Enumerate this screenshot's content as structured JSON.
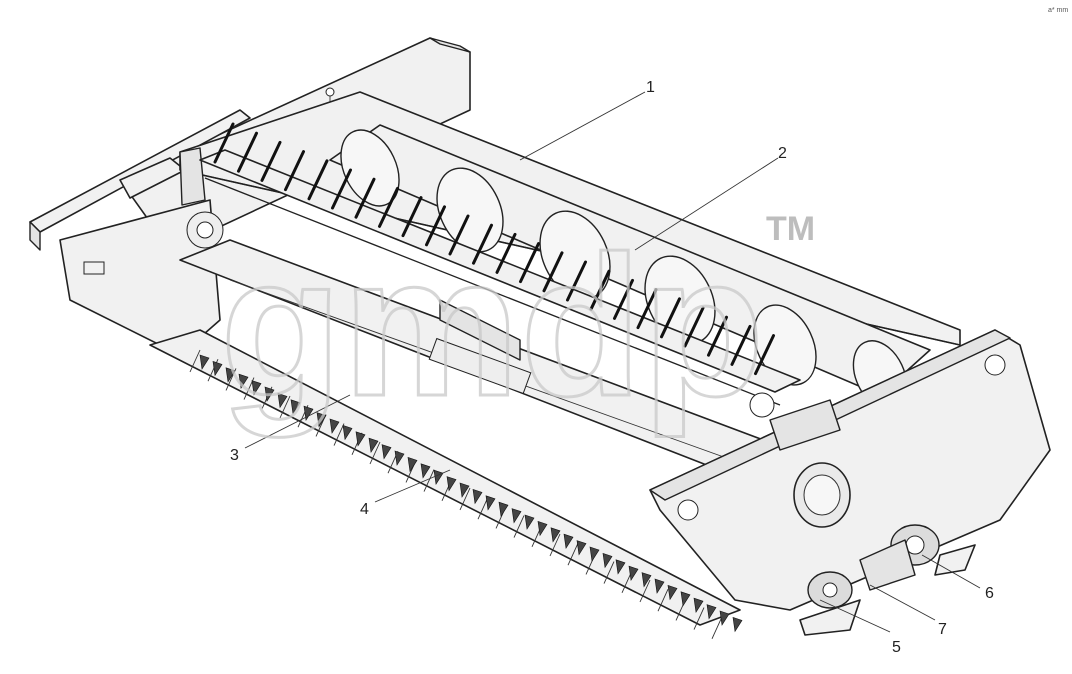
{
  "diagram": {
    "subject": "grain header assembly",
    "callouts": [
      {
        "id": "1",
        "label": "1"
      },
      {
        "id": "2",
        "label": "2"
      },
      {
        "id": "3",
        "label": "3"
      },
      {
        "id": "4",
        "label": "4"
      },
      {
        "id": "5",
        "label": "5"
      },
      {
        "id": "6",
        "label": "6"
      },
      {
        "id": "7",
        "label": "7"
      }
    ],
    "watermark": {
      "text": "gmdp",
      "trademark": "TM"
    },
    "corner_mark": "a* mm",
    "colors": {
      "line": "#222222",
      "fill": "#f1f1f1",
      "watermark": "#c9c9c9"
    }
  }
}
